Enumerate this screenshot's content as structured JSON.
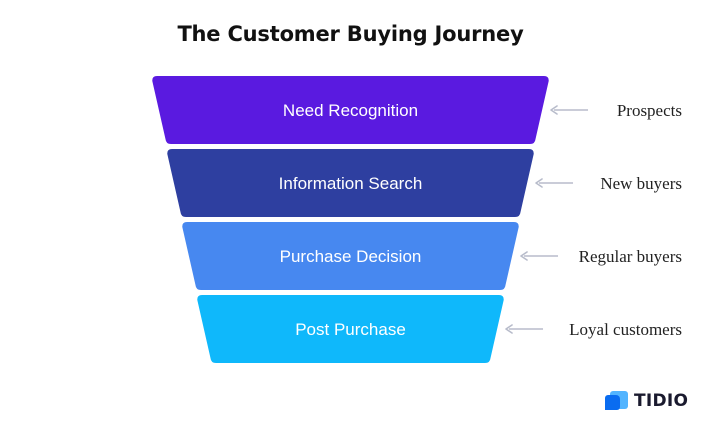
{
  "title": "The Customer Buying Journey",
  "stages": [
    {
      "label": "Need Recognition",
      "segment": "Prospects",
      "color": "#5a1ae0"
    },
    {
      "label": "Information Search",
      "segment": "New buyers",
      "color": "#2e3fa0"
    },
    {
      "label": "Purchase Decision",
      "segment": "Regular buyers",
      "color": "#4788f0"
    },
    {
      "label": "Post Purchase",
      "segment": "Loyal customers",
      "color": "#0fb8fb"
    }
  ],
  "arrow_color": "#b8bccb",
  "brand": {
    "name": "TIDIO",
    "logo_colors": [
      "#0a6cf0",
      "#52b4ff"
    ]
  }
}
